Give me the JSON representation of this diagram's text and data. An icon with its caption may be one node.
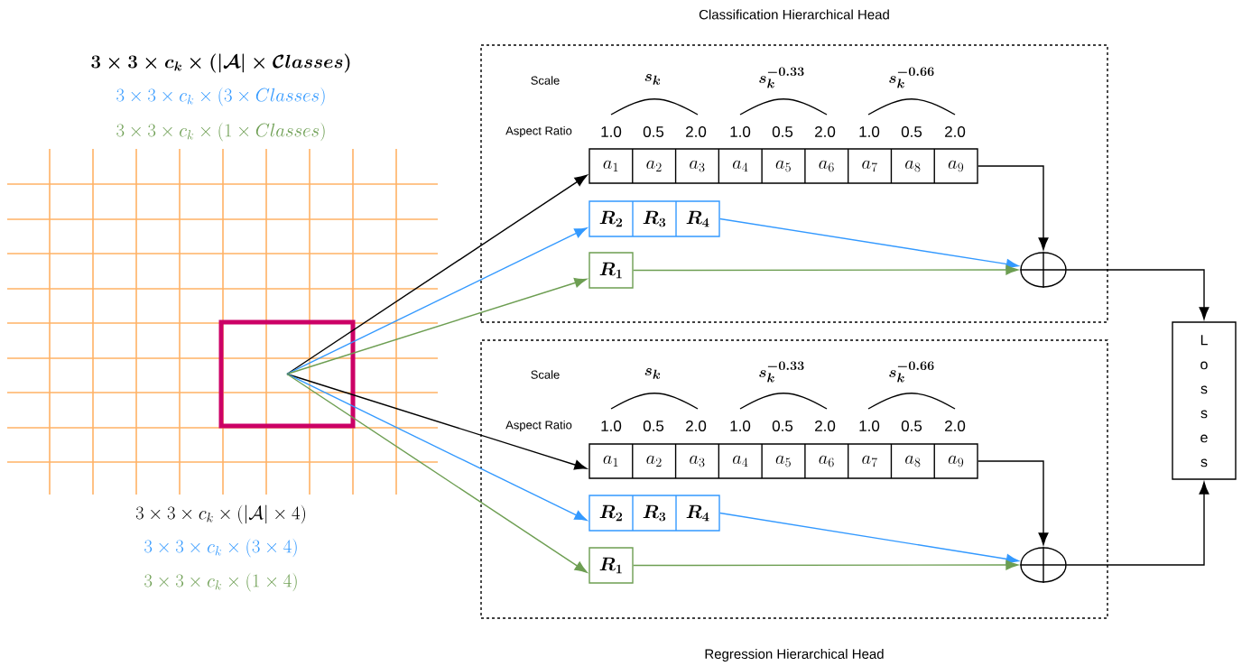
{
  "diagram": {
    "nodes": [
      {
        "text": [
          "Classification Hierarchical Head"
        ]
      },
      {
        "text": [
          "a_1",
          "a_2",
          "a_3",
          "a_4",
          "a_5",
          "a_6",
          "a_7",
          "a_8",
          "a_9"
        ],
        "in": 0
      },
      {
        "text": [
          "R_2",
          "R_3",
          "R_4"
        ],
        "in": 0
      },
      {
        "text": [
          "R_1"
        ],
        "in": 0
      },
      {
        "text": [],
        "shape": "circle",
        "in": 0
      },
      {
        "text": [
          "Regression Hierarchical Head"
        ]
      },
      {
        "text": [
          "a_1",
          "a_2",
          "a_3",
          "a_4",
          "a_5",
          "a_6",
          "a_7",
          "a_8",
          "a_9"
        ],
        "in": 5
      },
      {
        "text": [
          "R_2",
          "R_3",
          "R_4"
        ],
        "in": 5
      },
      {
        "text": [
          "R_1"
        ],
        "in": 5
      },
      {
        "text": [],
        "shape": "circle",
        "in": 5
      },
      {
        "text": [
          "Losses"
        ]
      },
      {
        "text": [],
        "shape": "box"
      }
    ],
    "edges": [
      {
        "from": 11,
        "to": 1,
        "arrow": "to"
      },
      {
        "from": 11,
        "to": 2,
        "arrow": "to",
        "color": "#3399ff"
      },
      {
        "from": 11,
        "to": 3,
        "arrow": "to",
        "color": "#6d9e52"
      },
      {
        "from": 11,
        "to": 6,
        "arrow": "to"
      },
      {
        "from": 11,
        "to": 7,
        "arrow": "to",
        "color": "#3399ff"
      },
      {
        "from": 11,
        "to": 8,
        "arrow": "to",
        "color": "#6d9e52"
      },
      {
        "from": 1,
        "to": 4,
        "arrow": "to"
      },
      {
        "from": 2,
        "to": 4,
        "arrow": "to",
        "color": "#3399ff"
      },
      {
        "from": 3,
        "to": 4,
        "arrow": "to",
        "color": "#6d9e52"
      },
      {
        "from": 6,
        "to": 9,
        "arrow": "to"
      },
      {
        "from": 7,
        "to": 9,
        "arrow": "to",
        "color": "#3399ff"
      },
      {
        "from": 8,
        "to": 9,
        "arrow": "to",
        "color": "#6d9e52"
      },
      {
        "from": 4,
        "to": 10,
        "arrow": "to"
      },
      {
        "from": 9,
        "to": 10,
        "arrow": "to"
      }
    ],
    "labels": [
      "3\\times 3\\times c_k\\times (|\\mathcal{A}|\\times \\mathcal{C}lasses)",
      "3\\times 3\\times c_k\\times (3\\times Classes)",
      "3\\times 3\\times c_k\\times (1\\times Classes)",
      "Scale",
      "s_k",
      "s_k^{-0.33}",
      "s_k^{-0.66}",
      "Aspect Ratio",
      "1.0",
      "0.5",
      "2.0",
      "1.0",
      "0.5",
      "2.0",
      "1.0",
      "0.5",
      "2.0",
      "Scale",
      "s_k",
      "s_k^{-0.33}",
      "s_k^{-0.66}",
      "Aspect Ratio",
      "1.0",
      "0.5",
      "2.0",
      "1.0",
      "0.5",
      "2.0",
      "1.0",
      "0.5",
      "2.0",
      "3\\times 3\\times c_k\\times (|\\mathcal{A}|\\times 4)",
      "3\\times 3\\times c_k\\times (3\\times 4)",
      "3\\times 3\\times c_k\\times (1\\times 4)"
    ]
  }
}
